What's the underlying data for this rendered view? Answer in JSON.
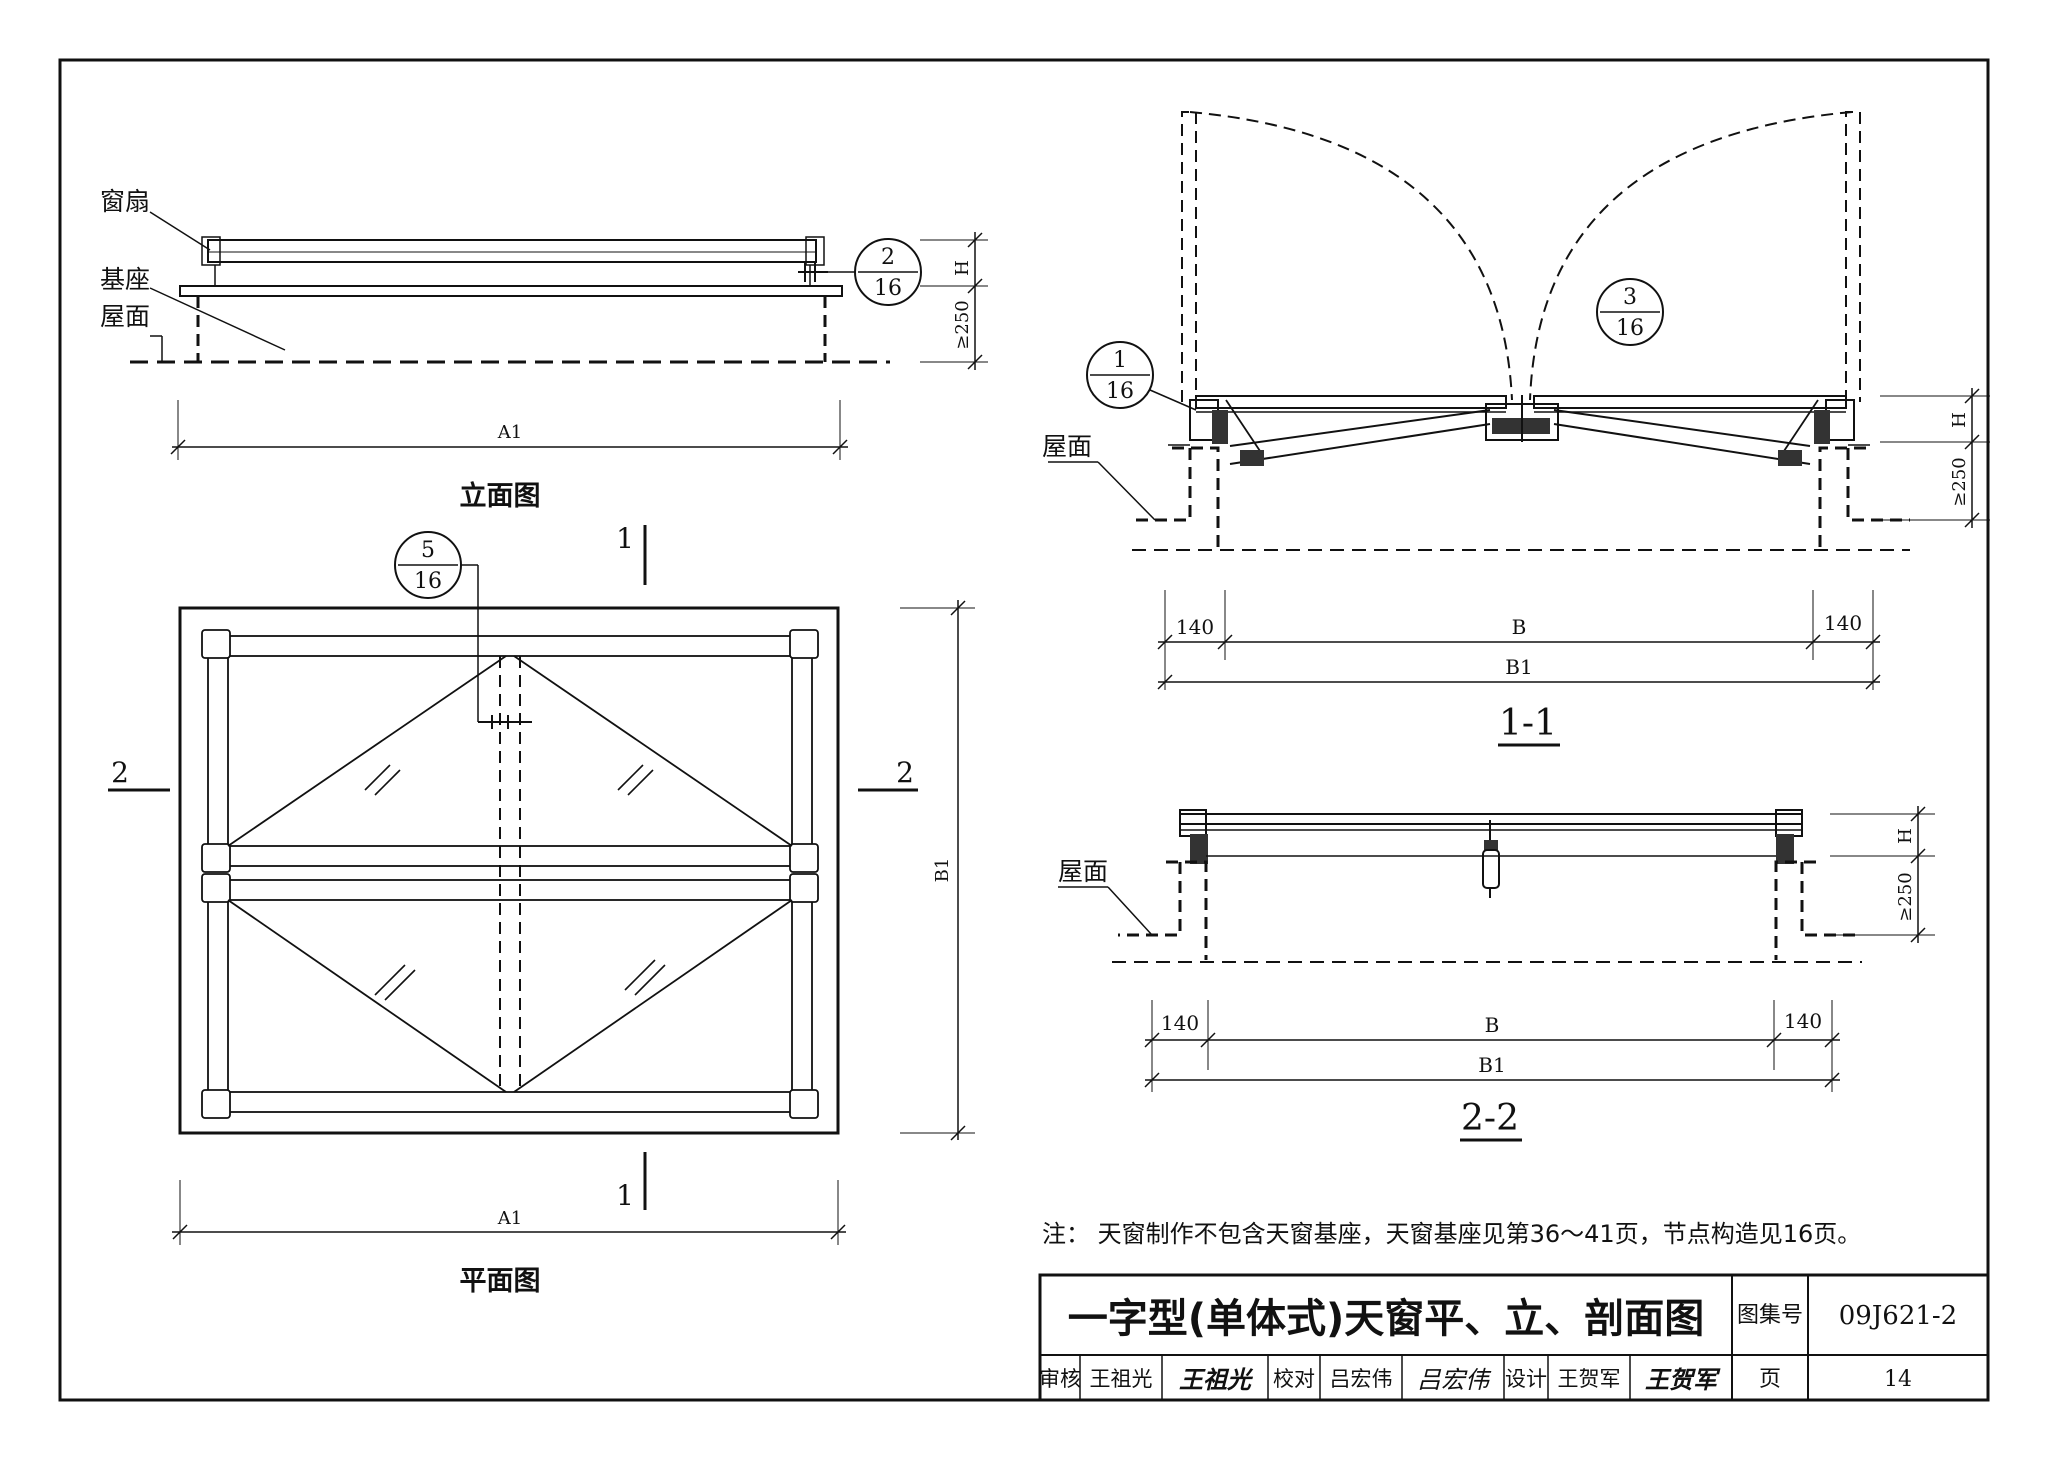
{
  "elevation": {
    "label_sash": "窗扇",
    "label_base": "基座",
    "label_roof": "屋面",
    "dim_h": "H",
    "dim_250": "≥250",
    "dim_a1": "A1",
    "detail": {
      "num": "2",
      "page": "16"
    },
    "caption": "立面图"
  },
  "plan": {
    "detail": {
      "num": "5",
      "page": "16"
    },
    "cut_1_top": "1",
    "cut_1_bottom": "1",
    "cut_2_left": "2",
    "cut_2_right": "2",
    "dim_b1": "B1",
    "dim_a1": "A1",
    "caption": "平面图"
  },
  "section_1_1": {
    "detail_left": {
      "num": "1",
      "page": "16"
    },
    "detail_mid": {
      "num": "3",
      "page": "16"
    },
    "label_roof": "屋面",
    "dim_h": "H",
    "dim_250": "≥250",
    "dim_140_left": "140",
    "dim_b": "B",
    "dim_140_right": "140",
    "dim_b1": "B1",
    "caption": "1-1"
  },
  "section_2_2": {
    "label_roof": "屋面",
    "dim_h": "H",
    "dim_250": "≥250",
    "dim_140_left": "140",
    "dim_b": "B",
    "dim_140_right": "140",
    "dim_b1": "B1",
    "caption": "2-2"
  },
  "note": "注：  天窗制作不包含天窗基座，天窗基座见第36～41页，节点构造见16页。",
  "title_block": {
    "title": "一字型(单体式)天窗平、立、剖面图",
    "atlas_label": "图集号",
    "atlas_no": "09J621-2",
    "review_label": "审核",
    "reviewer": "王祖光",
    "check_label": "校对",
    "checker": "吕宏伟",
    "design_label": "设计",
    "designer": "王贺军",
    "page_label": "页",
    "page_no": "14",
    "sig_reviewer": "王祖光",
    "sig_checker": "吕宏伟",
    "sig_designer": "王贺军"
  }
}
